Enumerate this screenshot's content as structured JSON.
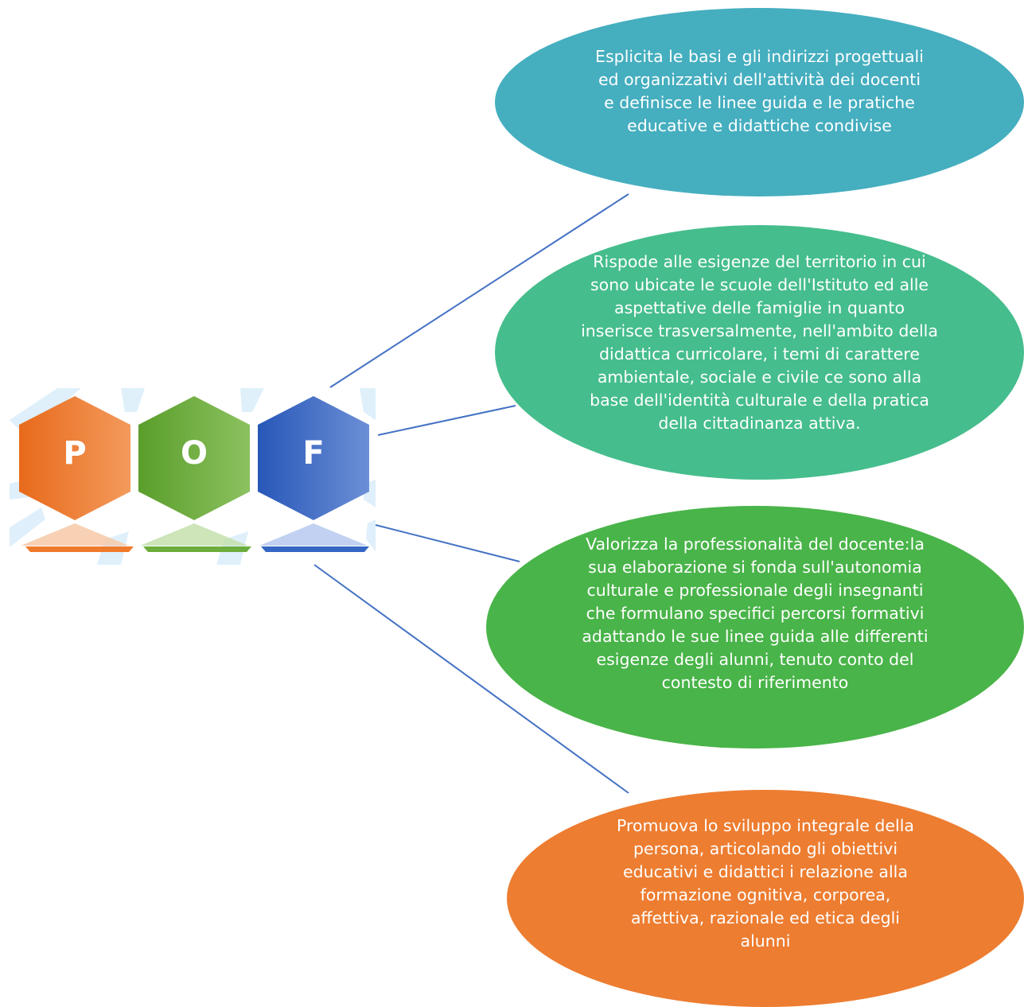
{
  "logo": {
    "letters": [
      "P",
      "O",
      "F"
    ],
    "colors": [
      "#ef7a2b",
      "#6cad3c",
      "#3566c3"
    ]
  },
  "nodes": [
    {
      "color": "#45aebf",
      "lines": [
        "Esplicita le basi e gli indirizzi progettuali",
        "ed organizzativi dell'attività dei docenti",
        "e definisce le linee guida e le pratiche",
        "educative e didattiche condivise"
      ]
    },
    {
      "color": "#45bd8c",
      "lines": [
        "Rispode alle esigenze del territorio in cui",
        "sono ubicate le scuole dell'Istituto ed alle",
        "aspettative delle famiglie in quanto",
        "inserisce trasversalmente, nell'ambito della",
        "didattica curricolare, i temi di carattere",
        "ambientale, sociale e civile ce sono alla",
        "base dell'identità culturale e della pratica",
        "della cittadinanza attiva."
      ]
    },
    {
      "color": "#49b449",
      "lines": [
        "Valorizza la professionalità del docente:la",
        "sua elaborazione si fonda sull'autonomia",
        "culturale e professionale degli insegnanti",
        "che formulano specifici percorsi formativi",
        "adattando le sue linee guida alle differenti",
        "esigenze degli alunni, tenuto conto del",
        "contesto di riferimento"
      ]
    },
    {
      "color": "#ed7d31",
      "lines": [
        "Promuova lo sviluppo integrale della",
        "persona, articolando gli obiettivi",
        "educativi e didattici i relazione alla",
        "formazione ognitiva, corporea,",
        "affettiva, razionale ed etica degli",
        "alunni"
      ]
    }
  ],
  "connector_color": "#4472c4"
}
